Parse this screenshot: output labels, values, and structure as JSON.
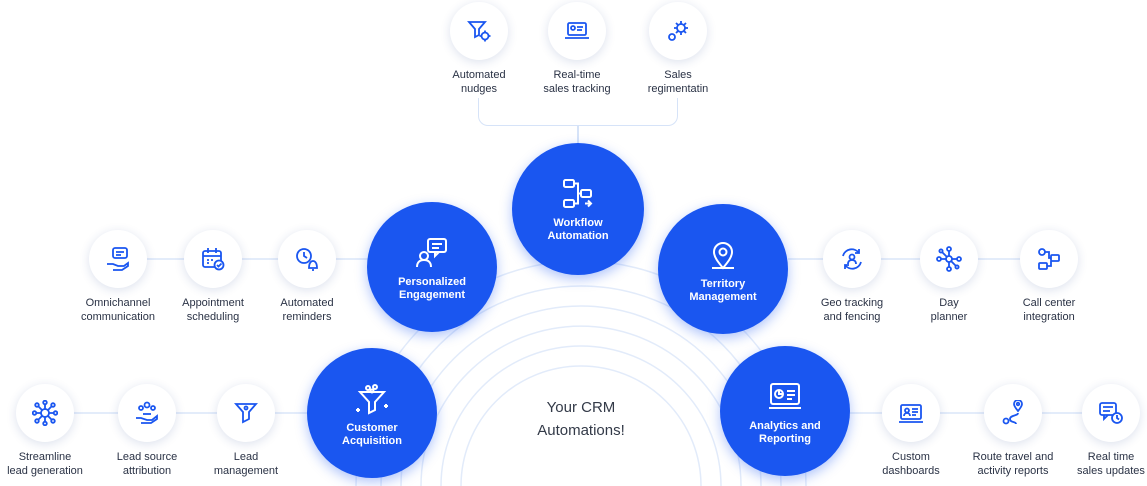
{
  "center": {
    "text": "Your CRM\nAutomations!"
  },
  "colors": {
    "hub_blue": "#1a56f0",
    "icon_blue": "#1a56f0",
    "connector": "#e3ecfa"
  },
  "hubs": [
    {
      "id": "workflow",
      "label": "Workflow\nAutomation",
      "icon": "workflow-icon"
    },
    {
      "id": "personalized",
      "label": "Personalized\nEngagement",
      "icon": "chat-person-icon"
    },
    {
      "id": "territory",
      "label": "Territory\nManagement",
      "icon": "location-pin-icon"
    },
    {
      "id": "acquisition",
      "label": "Customer\nAcquisition",
      "icon": "funnel-icon"
    },
    {
      "id": "analytics",
      "label": "Analytics and\nReporting",
      "icon": "monitor-chart-icon"
    }
  ],
  "features": [
    {
      "id": "automated-nudges",
      "label": "Automated\nnudges",
      "icon": "filter-gear-icon"
    },
    {
      "id": "real-time-sales-tracking",
      "label": "Real-time\nsales tracking",
      "icon": "laptop-icon"
    },
    {
      "id": "sales-regimentatin",
      "label": "Sales\nregimentatin",
      "icon": "gears-icon"
    },
    {
      "id": "omnichannel-communication",
      "label": "Omnichannel\ncommunication",
      "icon": "hand-chat-icon"
    },
    {
      "id": "appointment-scheduling",
      "label": "Appointment\nscheduling",
      "icon": "calendar-check-icon"
    },
    {
      "id": "automated-reminders",
      "label": "Automated\nreminders",
      "icon": "clock-bell-icon"
    },
    {
      "id": "geo-tracking-and-fencing",
      "label": "Geo tracking\nand fencing",
      "icon": "geo-refresh-icon"
    },
    {
      "id": "day-planner",
      "label": "Day\nplanner",
      "icon": "network-icon"
    },
    {
      "id": "call-center-integration",
      "label": "Call center\nintegration",
      "icon": "flow-nodes-icon"
    },
    {
      "id": "streamline-lead-generation",
      "label": "Streamline\nlead generation",
      "icon": "hub-nodes-icon"
    },
    {
      "id": "lead-source-attribution",
      "label": "Lead source\nattribution",
      "icon": "hand-people-icon"
    },
    {
      "id": "lead-management",
      "label": "Lead\nmanagement",
      "icon": "filter-person-icon"
    },
    {
      "id": "custom-dashboards",
      "label": "Custom\ndashboards",
      "icon": "dashboard-card-icon"
    },
    {
      "id": "route-travel-and-activity-reports",
      "label": "Route travel and\nactivity reports",
      "icon": "route-icon"
    },
    {
      "id": "real-time-sales-updates",
      "label": "Real time\nsales updates",
      "icon": "chat-update-icon"
    }
  ]
}
